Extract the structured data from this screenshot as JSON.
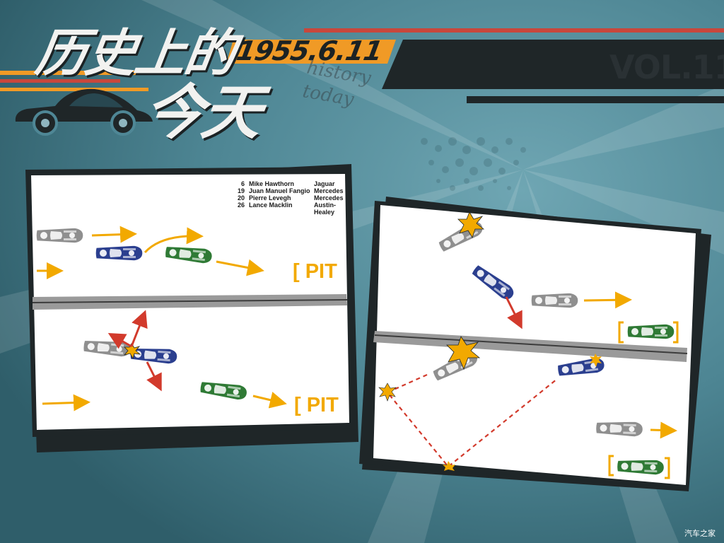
{
  "header": {
    "title_line1": "历史上的",
    "title_line2": "今天",
    "date": "1955.6.11",
    "script_line1": "history",
    "script_line2": "today",
    "vol": "VOL.11"
  },
  "legend": [
    {
      "number": "6",
      "driver": "Mike Hawthorn",
      "team": "Jaguar"
    },
    {
      "number": "19",
      "driver": "Juan Manuel Fangio",
      "team": "Mercedes"
    },
    {
      "number": "20",
      "driver": "Pierre Levegh",
      "team": "Mercedes"
    },
    {
      "number": "26",
      "driver": "Lance Macklin",
      "team": "Austin-Healey"
    }
  ],
  "pit_label": "[ PIT",
  "watermark": "汽车之家",
  "colors": {
    "background": "#4f8796",
    "panel": "#ffffff",
    "panel_shadow": "#1f2628",
    "accent_orange": "#f09a26",
    "accent_red": "#c8473c",
    "car_gray": "#8f8f8f",
    "car_blue": "#2b3f8f",
    "car_green": "#2f7a35",
    "arrow_yellow": "#f2a900",
    "arrow_red": "#d23a2c",
    "track_gray": "#9a9a9a"
  }
}
